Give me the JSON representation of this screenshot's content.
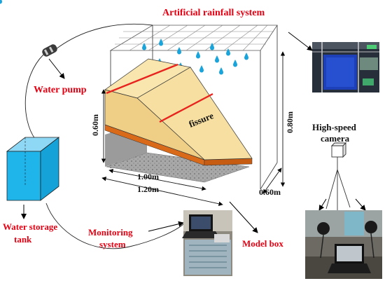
{
  "labels": {
    "rainfall_system": "Artificial rainfall system",
    "water_pump": "Water pump",
    "water_tank_line1": "Water storage",
    "water_tank_line2": "tank",
    "monitoring_line1": "Monitoring",
    "monitoring_line2": "system",
    "model_box": "Model box",
    "camera_line1": "High-speed",
    "camera_line2": "camera",
    "fissure": "fissure"
  },
  "dimensions": {
    "height_slope": "0.60m",
    "height_box": "0.80m",
    "length_slope": "1.00m",
    "length_box": "1.20m",
    "width_box": "0.60m"
  },
  "colors": {
    "label_red": "#e60012",
    "water": "#1fb4ea",
    "soil_top": "#f6dfa0",
    "soil_side": "#efcf86",
    "base_layer": "#d86a1a",
    "fissure": "#e8231e",
    "gravel": "#9b9b9b",
    "droplet": "#1aa4dc"
  }
}
